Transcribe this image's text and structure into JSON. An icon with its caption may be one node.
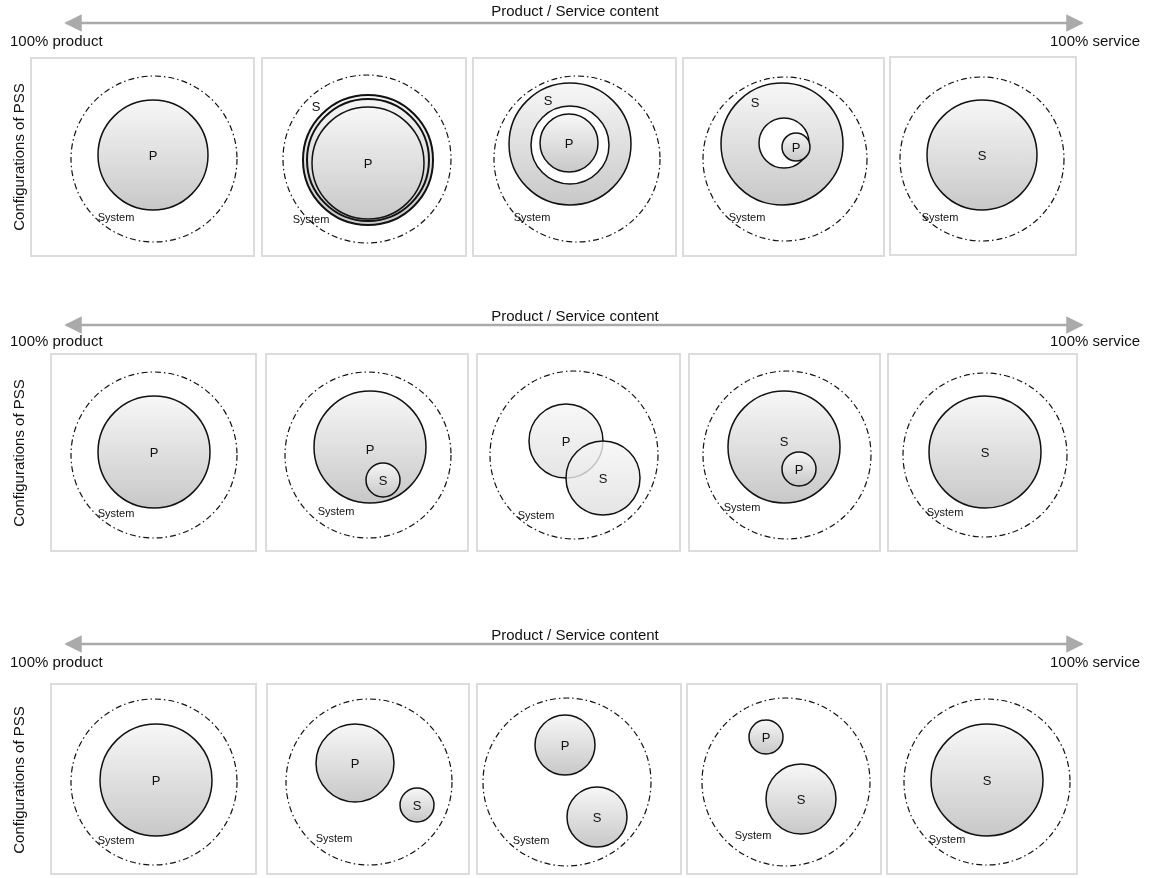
{
  "diagram": {
    "nodes": [
      {
        "text": [],
        "shape": "box"
      },
      {
        "text": [
          "System"
        ],
        "in": 0
      },
      {
        "text": [
          "P"
        ],
        "in": 1
      },
      {
        "text": [],
        "shape": "box"
      },
      {
        "text": [
          "System"
        ],
        "in": 3
      },
      {
        "text": [
          "S"
        ],
        "in": 4
      },
      {
        "text": [
          "P"
        ],
        "in": 5
      },
      {
        "text": [],
        "shape": "box"
      },
      {
        "text": [
          "System"
        ],
        "in": 7
      },
      {
        "text": [
          "S"
        ],
        "in": 8
      },
      {
        "text": [],
        "shape": "circle",
        "in": 9
      },
      {
        "text": [
          "P"
        ],
        "in": 10
      },
      {
        "text": [],
        "shape": "box"
      },
      {
        "text": [
          "System"
        ],
        "in": 12
      },
      {
        "text": [
          "S"
        ],
        "in": 13
      },
      {
        "text": [],
        "shape": "circle",
        "in": 14
      },
      {
        "text": [
          "P"
        ],
        "in": 15
      },
      {
        "text": [],
        "shape": "box"
      },
      {
        "text": [
          "System"
        ],
        "in": 17
      },
      {
        "text": [
          "S"
        ],
        "in": 18
      },
      {
        "text": [],
        "shape": "box"
      },
      {
        "text": [
          "System"
        ],
        "in": 20
      },
      {
        "text": [
          "P"
        ],
        "in": 21
      },
      {
        "text": [],
        "shape": "box"
      },
      {
        "text": [
          "System"
        ],
        "in": 23
      },
      {
        "text": [
          "P"
        ],
        "in": 24
      },
      {
        "text": [
          "S"
        ],
        "in": 25
      },
      {
        "text": [],
        "shape": "box"
      },
      {
        "text": [
          "System"
        ],
        "in": 27
      },
      {
        "text": [
          "P"
        ],
        "in": 28
      },
      {
        "text": [
          "S"
        ],
        "in": 28
      },
      {
        "text": [],
        "shape": "box"
      },
      {
        "text": [
          "System"
        ],
        "in": 31
      },
      {
        "text": [
          "S"
        ],
        "in": 32
      },
      {
        "text": [
          "P"
        ],
        "in": 33
      },
      {
        "text": [],
        "shape": "box"
      },
      {
        "text": [
          "System"
        ],
        "in": 35
      },
      {
        "text": [
          "S"
        ],
        "in": 36
      },
      {
        "text": [],
        "shape": "box"
      },
      {
        "text": [
          "System"
        ],
        "in": 38
      },
      {
        "text": [
          "P"
        ],
        "in": 39
      },
      {
        "text": [],
        "shape": "box"
      },
      {
        "text": [
          "System"
        ],
        "in": 41
      },
      {
        "text": [
          "P"
        ],
        "in": 42
      },
      {
        "text": [
          "S"
        ],
        "in": 42
      },
      {
        "text": [],
        "shape": "box"
      },
      {
        "text": [
          "System"
        ],
        "in": 45
      },
      {
        "text": [
          "P"
        ],
        "in": 46
      },
      {
        "text": [
          "S"
        ],
        "in": 46
      },
      {
        "text": [],
        "shape": "box"
      },
      {
        "text": [
          "System"
        ],
        "in": 49
      },
      {
        "text": [
          "P"
        ],
        "in": 50
      },
      {
        "text": [
          "S"
        ],
        "in": 50
      },
      {
        "text": [],
        "shape": "box"
      },
      {
        "text": [
          "System"
        ],
        "in": 53
      },
      {
        "text": [
          "S"
        ],
        "in": 54
      }
    ],
    "labels": [
      "Product / Service content",
      "100% product",
      "100% service",
      "Configurations of PSS",
      "Product / Service content",
      "100% product",
      "100% service",
      "Configurations of PSS",
      "Product / Service content",
      "100% product",
      "100% service",
      "Configurations of PSS"
    ]
  }
}
